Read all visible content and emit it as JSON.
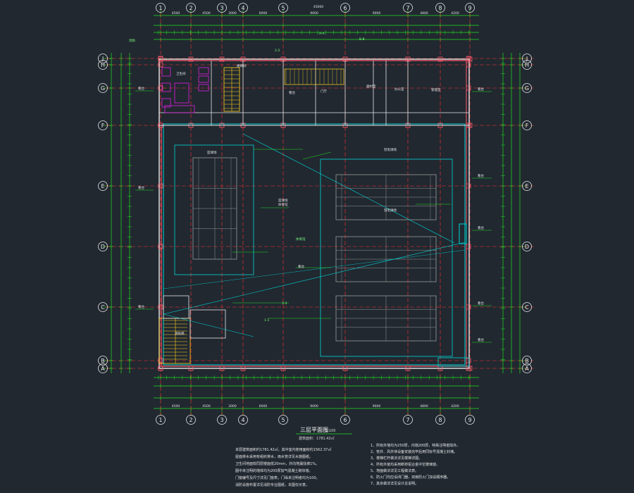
{
  "drawing": {
    "colors": {
      "background": "#212830",
      "dimension": "#1fe01f",
      "wall": "#e8e8e8",
      "axis": "#ff3030",
      "column": "#ff5a6e",
      "court": "#9a9a9a",
      "glazing": "#00d6d6",
      "stair": "#ffd21f",
      "toilet": "#e020e0"
    },
    "axis_numbers": [
      "1",
      "2",
      "3",
      "4",
      "5",
      "6",
      "7",
      "8",
      "9"
    ],
    "axis_letters": [
      "A",
      "B",
      "C",
      "D",
      "E",
      "F",
      "G",
      "H",
      "J"
    ],
    "top_annotations": [
      "消防",
      "A-A",
      "B-B",
      "2-2",
      "3-3",
      "1-1"
    ],
    "room_labels": [
      "卫生间",
      "楼梯间",
      "看台",
      "器材室",
      "管理室",
      "办公室",
      "门厅",
      "体育馆",
      "篮球场",
      "羽毛球场",
      "消防梯"
    ],
    "hall_labels": [
      "篮球场",
      "羽毛球场",
      "体育馆",
      "看台"
    ],
    "title": {
      "main": "三层平面图",
      "scale": "1:100",
      "sub": "建筑面积：1781.42㎡"
    },
    "notes_left": [
      "本层建筑面积约1781.42㎡，其中室内使用面积约1562.37㎡",
      "屋面排水采用有组织排水，雨水管详见水施图纸。",
      "卫生间地面较同层楼面低20mm，并向地漏找坡1%。",
      "图中未注明的墙体均为200厚加气混凝土砌块墙。",
      "门窗编号及尺寸详见门窗表，门垛未注明者均为100。",
      "消防设施布置详见消防专业图纸，本图仅示意。"
    ],
    "notes_right": [
      "1、所有外墙均为250厚，内墙200厚，特殊注明者除外。",
      "2、管井、风井待设备安装完毕后用同标号混凝土封堵。",
      "3、楼梯栏杆做法详见楼梯详图。",
      "4、所有外窗均采用断桥铝合金中空玻璃窗。",
      "5、地面做法详见工程做法表。",
      "6、防火门均应设闭门器，双扇防火门加设顺序器。",
      "7、其余做法详见设计总说明。"
    ]
  }
}
